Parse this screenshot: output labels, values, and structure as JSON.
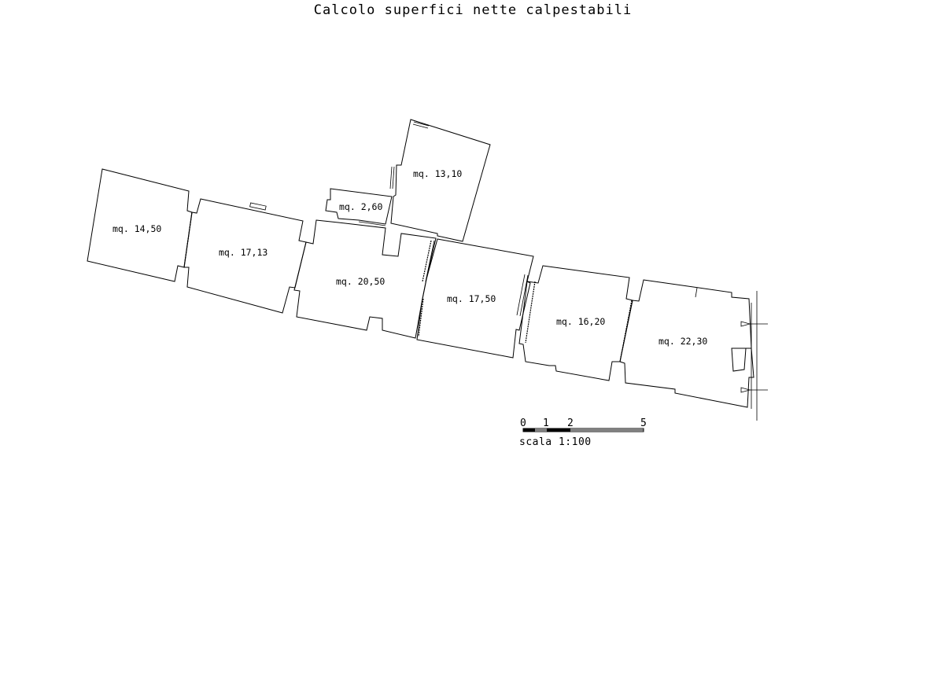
{
  "title": "Calcolo superfici nette calpestabili",
  "rooms": [
    {
      "label": "mq. 14,50"
    },
    {
      "label": "mq. 17,13"
    },
    {
      "label": "mq. 2,60"
    },
    {
      "label": "mq. 13,10"
    },
    {
      "label": "mq. 20,50"
    },
    {
      "label": "mq. 17,50"
    },
    {
      "label": "mq. 16,20"
    },
    {
      "label": "mq. 22,30"
    }
  ],
  "scale_bar": {
    "ticks": [
      "0",
      "1",
      "2",
      "5"
    ],
    "label": "scala 1:100"
  }
}
